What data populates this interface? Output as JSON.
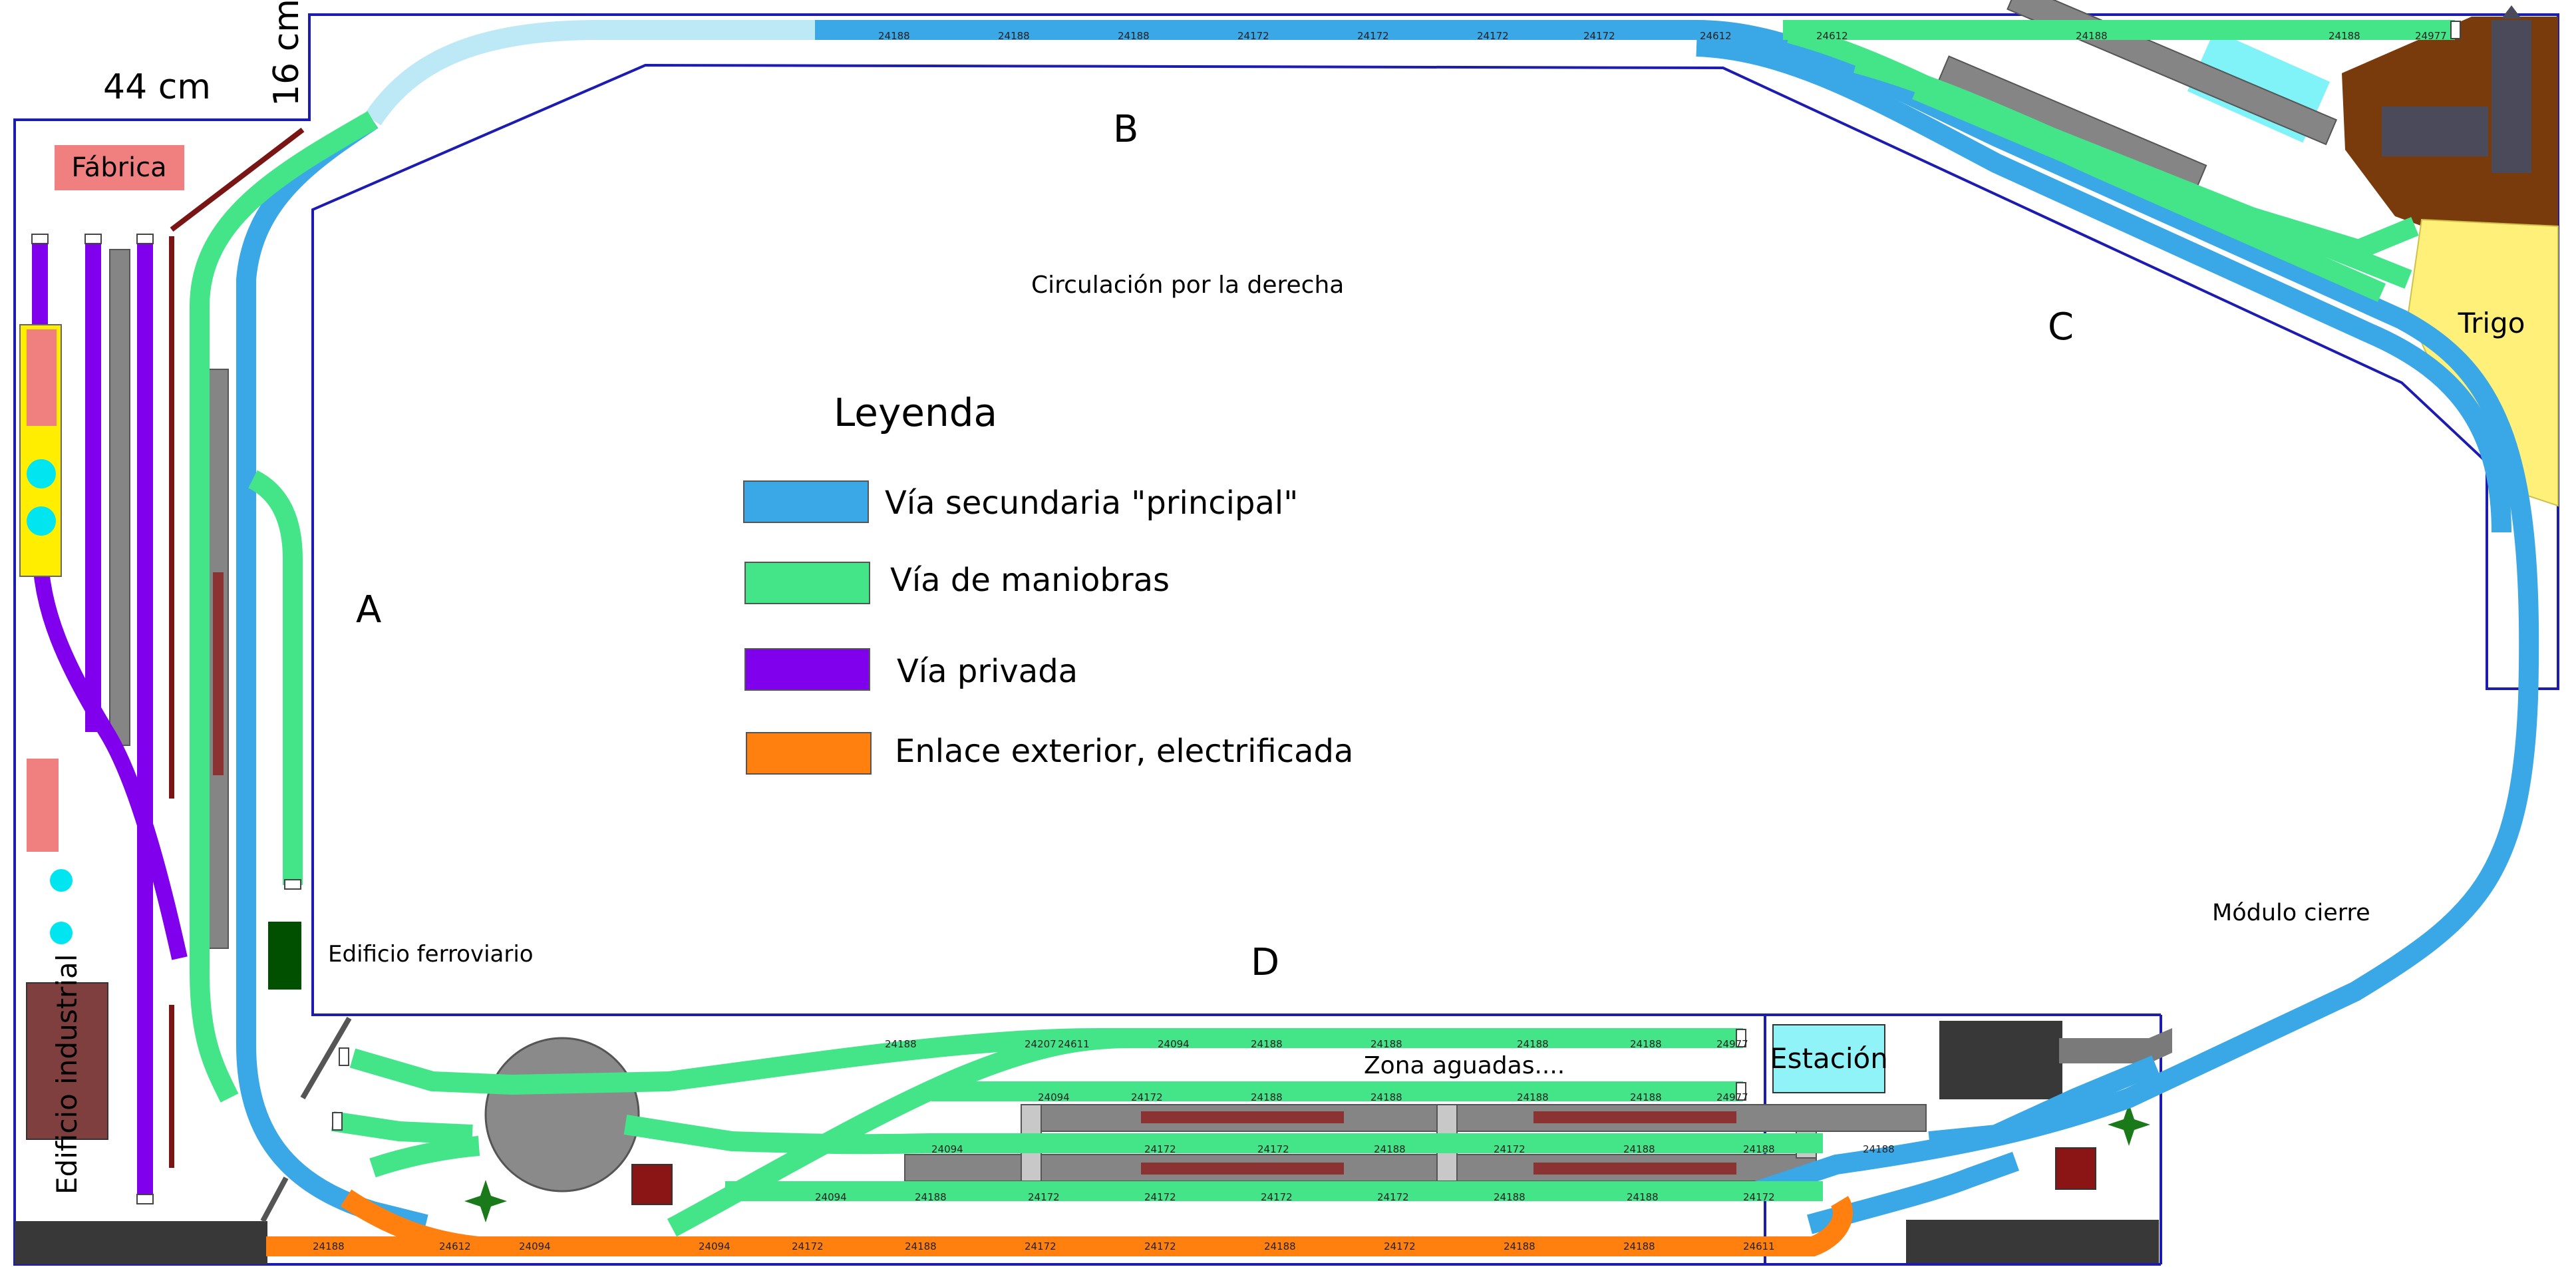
{
  "dimensions": {
    "top": "16 cm",
    "left": "44 cm"
  },
  "zones": {
    "a": "A",
    "b": "B",
    "c": "C",
    "d": "D"
  },
  "labels": {
    "fabrica": "Fábrica",
    "trigo": "Trigo",
    "edificio_industrial": "Edificio industrial",
    "edificio_ferroviario": "Edificio ferroviario",
    "circulacion": "Circulación por la derecha",
    "modulo_cierre": "Módulo cierre",
    "estacion": "Estación",
    "zona_aguadas": "Zona aguadas...."
  },
  "legend": {
    "title": "Leyenda",
    "items": [
      {
        "label": "Vía secundaria \"principal\"",
        "color": "#3aa7e6"
      },
      {
        "label": "Vía de maniobras",
        "color": "#44e589"
      },
      {
        "label": "Vía privada",
        "color": "#8000ee"
      },
      {
        "label": "Enlace exterior, electrificada",
        "color": "#ff7f0f"
      }
    ]
  },
  "track_codes": {
    "t24188": "24188",
    "t24172": "24172",
    "t24094": "24094",
    "t24977": "24977",
    "t24612": "24612",
    "t24207": "24207",
    "t24611": "24611"
  },
  "colors": {
    "principal": "#3aa7e6",
    "maniobras": "#44e589",
    "privada": "#8000ee",
    "exterior": "#ff7f0f",
    "faded": "#bde9f7",
    "border": "#1c1cb0",
    "platform": "#858585",
    "earth": "#7a3b0c",
    "wheat": "#fff07a",
    "factory": "#f08080",
    "industrial": "#7f3f3f",
    "station": "#8ff3f7"
  }
}
